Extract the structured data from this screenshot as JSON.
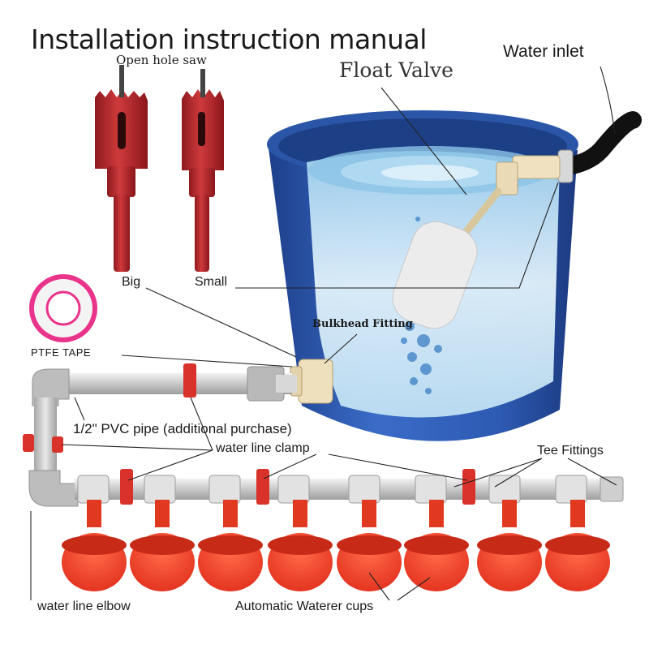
{
  "title": "Installation instruction manual",
  "labels": {
    "open_hole_saw": "Open hole saw",
    "float_valve": "Float Valve",
    "water_inlet": "Water inlet",
    "big": "Big",
    "small": "Small",
    "ptfe_tape": "PTFE TAPE",
    "bulkhead_fitting": "Bulkhead Fitting",
    "pvc_pipe": "1/2\" PVC pipe (additional purchase)",
    "water_line_clamp": "water line clamp",
    "tee_fittings": "Tee Fittings",
    "water_line_elbow": "water line elbow",
    "automatic_waterer_cups": "Automatic Waterer cups"
  },
  "colors": {
    "bucket_blue": "#2f5fb8",
    "water_light": "#cfe7f5",
    "saw_red": "#b8282e",
    "cup_red": "#f0402a",
    "pipe_gray": "#cfcfcf",
    "float_white": "#ececec",
    "tape_pink": "#e0358a"
  },
  "parts": {
    "cups": 8
  }
}
